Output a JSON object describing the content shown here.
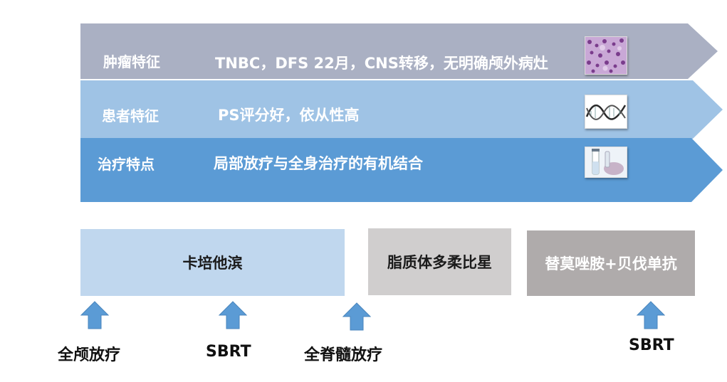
{
  "bands": [
    {
      "label": "肿瘤特征",
      "text": "TNBC，DFS 22月，CNS转移，无明确颅外病灶",
      "color": "#aab0c3",
      "icon": "histology-image"
    },
    {
      "label": "患者特征",
      "text": "PS评分好，依从性高",
      "color": "#9fc3e5",
      "icon": "dna-helix-image"
    },
    {
      "label": "治疗特点",
      "text": "局部放疗与全身治疗的有机结合",
      "color": "#5b9bd5",
      "icon": "vial-image"
    }
  ],
  "timeline": [
    {
      "label": "卡培他滨",
      "color": "#c0d7ee",
      "text_color": "#1a1a1a"
    },
    {
      "label": "脂质体多柔比星",
      "color": "#d0cece",
      "text_color": "#1a1a1a"
    },
    {
      "label": "替莫唑胺+贝伐单抗",
      "color": "#afabab",
      "text_color": "#ffffff"
    }
  ],
  "events": [
    {
      "label": "全颅放疗"
    },
    {
      "label": "SBRT"
    },
    {
      "label": "全脊髓放疗"
    },
    {
      "label": "SBRT"
    }
  ],
  "arrow_color": "#5b9bd5"
}
